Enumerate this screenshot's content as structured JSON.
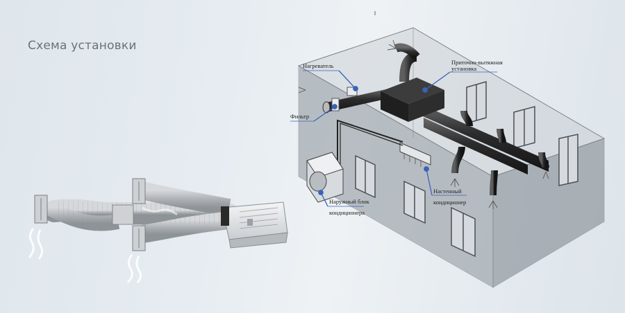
{
  "header": {
    "title": "Схема установки"
  },
  "diagram": {
    "labels": {
      "heater": "Нагреватель",
      "filter": "Фильтр",
      "supply_exhaust_line1": "Приточно-вытяжная",
      "supply_exhaust_line2": "установка",
      "wall_ac_line1": "Настенный",
      "wall_ac_line2": "кондиционер",
      "outdoor_line1": "Наружный блок",
      "outdoor_line2": "кондиционера"
    },
    "colors": {
      "callout": "#3a62b8",
      "duct": "#3a3a3a",
      "room": "#9aa1a7",
      "flex_duct": "#b9bcc0"
    }
  }
}
